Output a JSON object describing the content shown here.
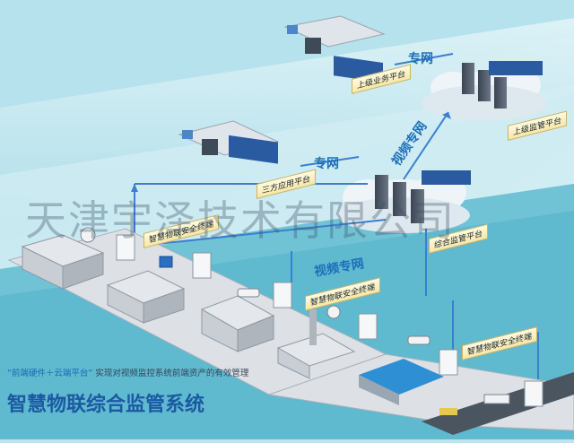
{
  "platforms": {
    "upper_business": "上级业务平台",
    "upper_supervision": "上级监管平台",
    "third_party": "三方应用平台",
    "integrated_supervision": "综合监管平台"
  },
  "networks": {
    "private_top": "专网",
    "video_private_mid": "视频专网",
    "private_mid": "专网",
    "video_private_low": "视频专网"
  },
  "terminals": {
    "t1": "智慧物联安全终端",
    "t2": "智慧物联安全终端",
    "t3": "智慧物联安全终端"
  },
  "watermark": "天津宇泽技术有限公司",
  "subtitle": {
    "quote": "“前端硬件＋云端平台”",
    "text": "实现对视频监控系统前端资产的有效管理"
  },
  "title": "智慧物联综合监管系统",
  "colors": {
    "title": "#1b5aa3",
    "network_text": "#1d6fb8",
    "link_line": "#3a7fd0"
  },
  "icons": [
    "desk-icon",
    "server-icon",
    "cloud-icon",
    "bank-building-icon",
    "school-building-icon",
    "hospital-building-icon",
    "factory-icon",
    "dam-icon",
    "road-icon",
    "dome-camera-icon",
    "bullet-camera-icon",
    "security-terminal-icon"
  ]
}
